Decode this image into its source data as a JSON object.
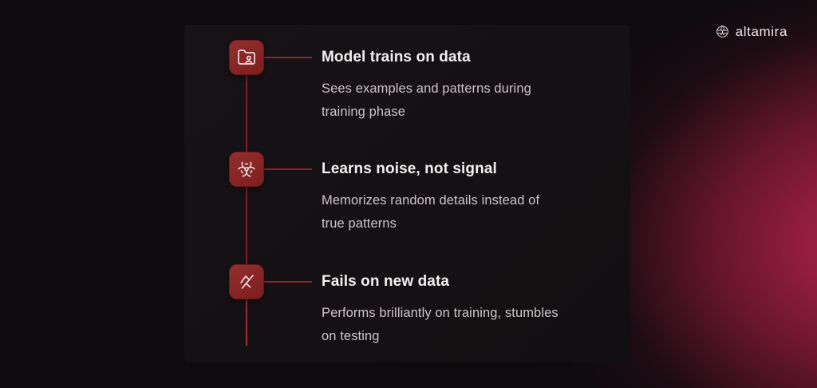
{
  "brand": {
    "name": "altamira",
    "icon": "brain-logo-icon"
  },
  "colors": {
    "background": "#0d0b0e",
    "panel": "#151114",
    "icon_box_red": "#8a2626",
    "line_red": "#7e2122",
    "glow_red": "#c22852",
    "title_text": "#f3efee",
    "body_text": "#cdc6c8"
  },
  "timeline": {
    "steps": [
      {
        "icon": "folder-user-icon",
        "title": "Model trains on data",
        "desc_lines": [
          "Sees examples and patterns during",
          "training phase"
        ]
      },
      {
        "icon": "biohazard-icon",
        "title": "Learns noise, not signal",
        "desc_lines": [
          "Memorizes random details instead of",
          "true patterns"
        ]
      },
      {
        "icon": "axe-icon",
        "title": "Fails on new data",
        "desc_lines": [
          "Performs brilliantly on training, stumbles",
          "on testing"
        ]
      }
    ]
  }
}
